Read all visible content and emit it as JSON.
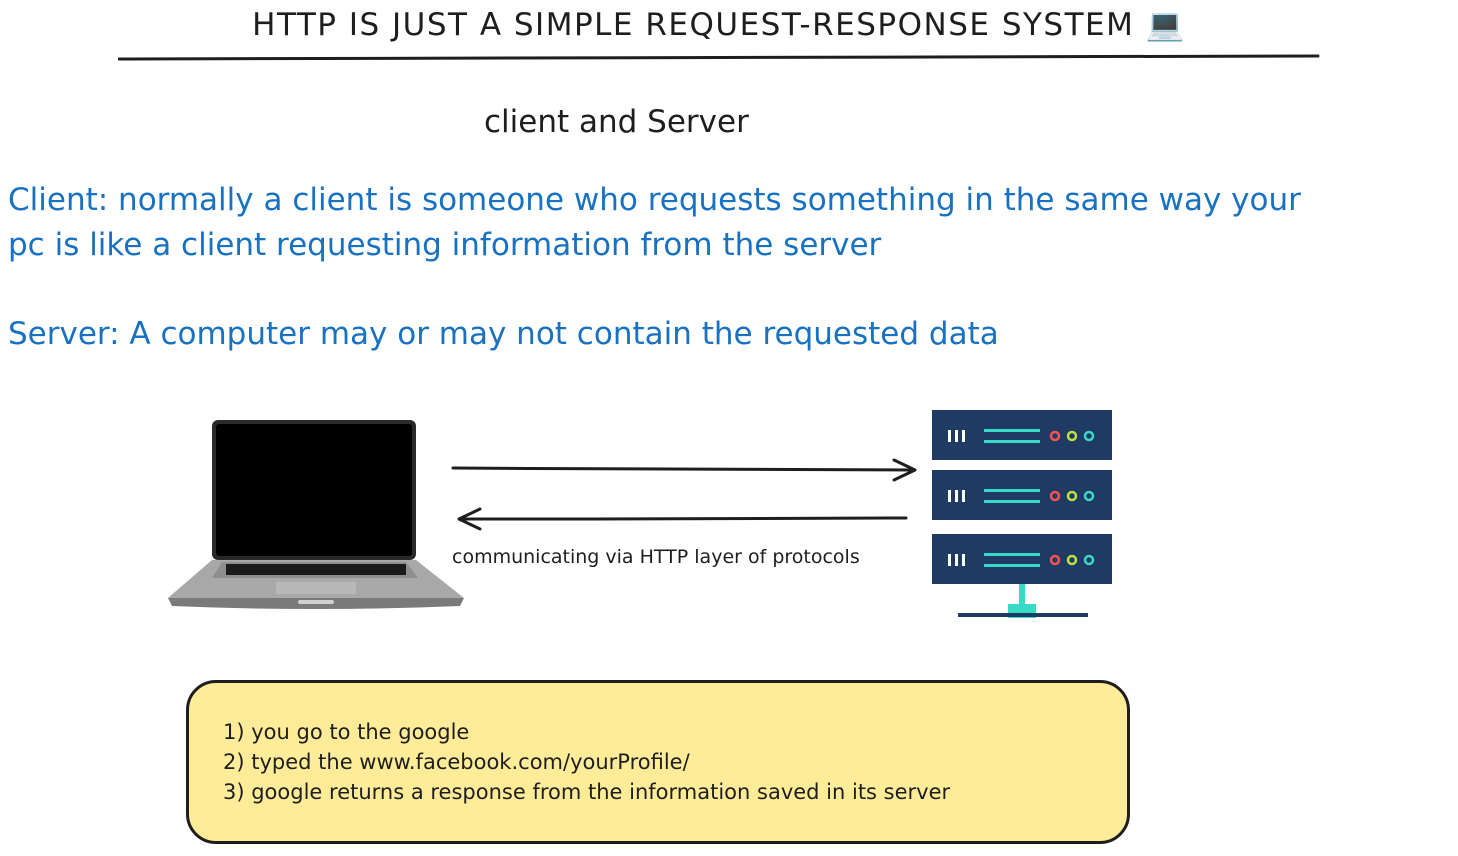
{
  "title": "HTTP IS JUST A SIMPLE REQUEST-RESPONSE SYSTEM",
  "title_icon": "💻",
  "subtitle": "client and Server",
  "client_definition": {
    "line1": "Client: normally a client is someone who requests something in the same way your",
    "line2": "pc is like a client requesting information from the server"
  },
  "server_definition": "Server: A computer may or may not contain the requested data",
  "arrow_label": "communicating via HTTP layer of protocols",
  "steps": [
    "1) you go to the google",
    "2) typed the www.facebook.com/yourProfile/",
    "3) google returns a response from the information saved in its server"
  ],
  "colors": {
    "definition_text": "#1971c2",
    "note_background": "#ffec99",
    "server_unit": "#1f3a63",
    "server_accent": "#38d9c5"
  },
  "icons": {
    "client": "laptop-icon",
    "server": "server-rack-icon"
  }
}
